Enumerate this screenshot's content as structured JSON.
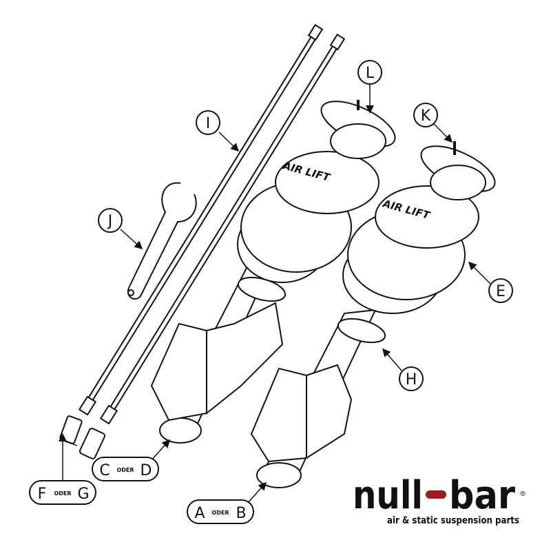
{
  "callouts": {
    "I": "I",
    "J": "J",
    "L": "L",
    "K": "K",
    "E": "E",
    "H": "H",
    "cd": {
      "left": "C",
      "oder": "ODER",
      "right": "D"
    },
    "fg": {
      "left": "F",
      "oder": "ODER",
      "right": "G"
    },
    "ab": {
      "left": "A",
      "oder": "ODER",
      "right": "B"
    }
  },
  "bag_brand": "AIR LIFT",
  "logo": {
    "left": "null",
    "right": "bar",
    "registered": "®",
    "tagline": "air & static suspension parts",
    "accent_color": "#a01c1c"
  }
}
